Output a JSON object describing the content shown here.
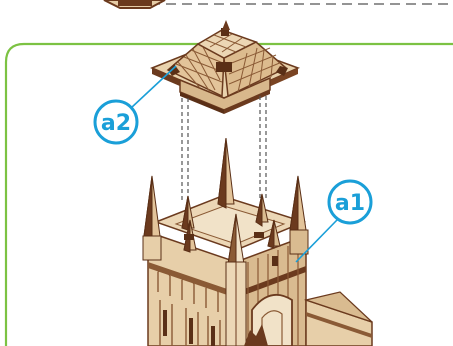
{
  "diagram": {
    "callouts": [
      {
        "id": "a2",
        "label": "a2"
      },
      {
        "id": "a1",
        "label": "a1"
      }
    ],
    "colors": {
      "frame": "#7cc243",
      "callout": "#1a9fd8",
      "wood_light": "#eed9b8",
      "wood_mid": "#d9bb90",
      "wood_dark": "#6b3a1e",
      "wood_edge": "#8a5a35",
      "dashes": "#555555"
    }
  }
}
